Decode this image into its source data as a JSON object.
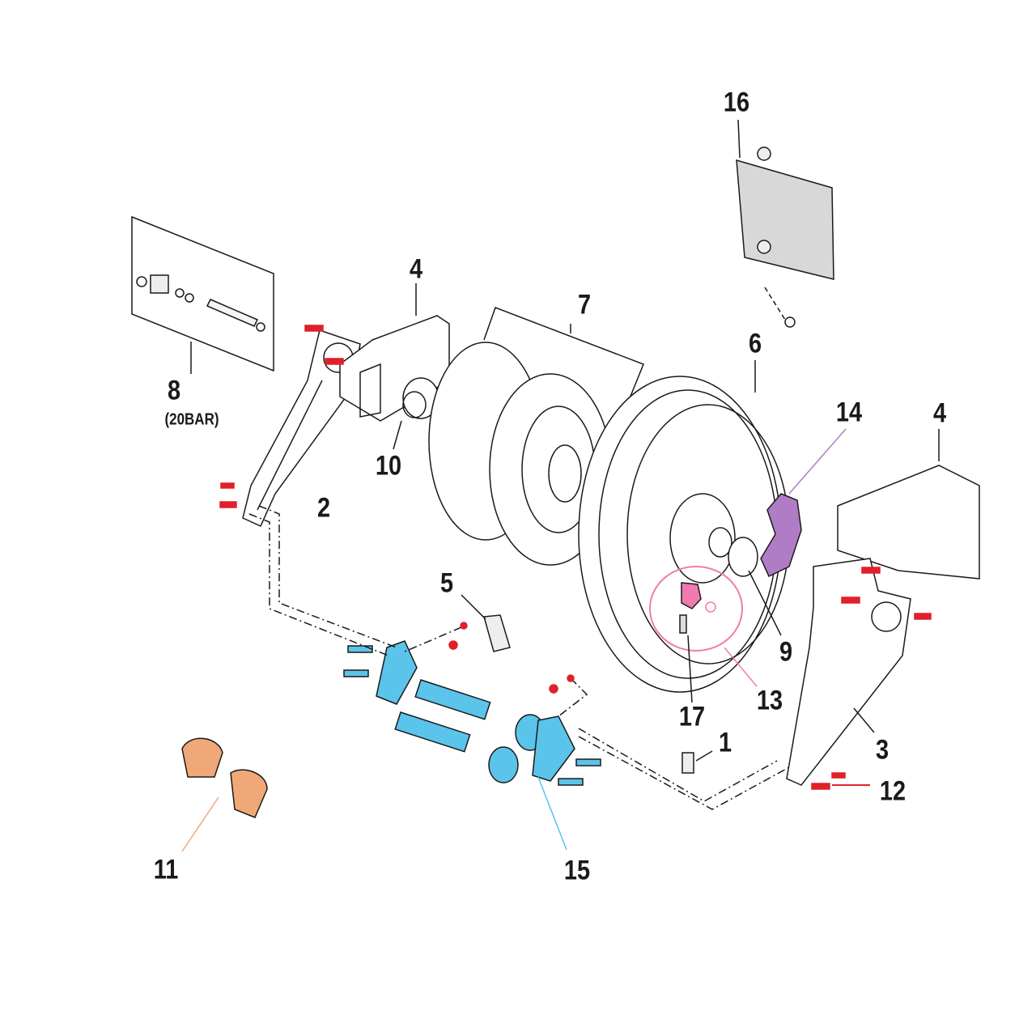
{
  "diagram": {
    "type": "exploded-parts-diagram",
    "callouts": [
      {
        "id": "16",
        "label": "16"
      },
      {
        "id": "4a",
        "label": "4"
      },
      {
        "id": "7",
        "label": "7"
      },
      {
        "id": "8",
        "label": "8"
      },
      {
        "id": "8note",
        "label": "(20BAR)"
      },
      {
        "id": "6",
        "label": "6"
      },
      {
        "id": "14",
        "label": "14"
      },
      {
        "id": "4b",
        "label": "4"
      },
      {
        "id": "10",
        "label": "10"
      },
      {
        "id": "2",
        "label": "2"
      },
      {
        "id": "5",
        "label": "5"
      },
      {
        "id": "9",
        "label": "9"
      },
      {
        "id": "13",
        "label": "13"
      },
      {
        "id": "17",
        "label": "17"
      },
      {
        "id": "1",
        "label": "1"
      },
      {
        "id": "3",
        "label": "3"
      },
      {
        "id": "12",
        "label": "12"
      },
      {
        "id": "11",
        "label": "11"
      },
      {
        "id": "15",
        "label": "15"
      }
    ],
    "colors": {
      "bolts": "#e0202a",
      "part15": "#5bc4ea",
      "part11": "#f0a878",
      "part14": "#b07cc6",
      "part13": "#f07ab0",
      "part16": "#d8d8d8",
      "line": "#1a1a1a"
    }
  }
}
